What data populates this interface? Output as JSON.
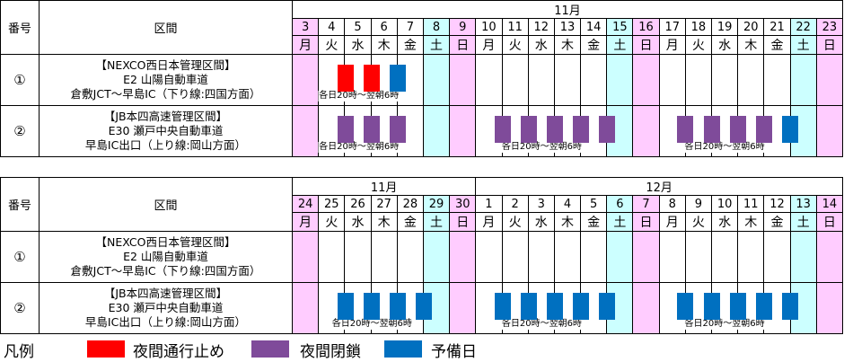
{
  "colors": {
    "night_closure_red": "#ff0000",
    "night_closure_purple": "#7f4b9a",
    "reserve_blue": "#0070c0",
    "holiday_pink": "#ffccff",
    "saturday_cyan": "#ccffff"
  },
  "headers": {
    "number": "番号",
    "section": "区間"
  },
  "routes": [
    {
      "no": "①",
      "line1": "【NEXCO西日本管理区間】",
      "line2": "E2 山陽自動車道",
      "line3": "倉敷JCT～早島IC（下り線:四国方面）"
    },
    {
      "no": "②",
      "line1": "【JB本四高速管理区間】",
      "line2": "E30 瀬戸中央自動車道",
      "line3": "早島IC出口（上り線:岡山方面）"
    }
  ],
  "note_text": "各日20時～翌朝6時",
  "tables": [
    {
      "months": [
        {
          "label": "11月",
          "span": 21
        }
      ],
      "days": [
        {
          "d": "3",
          "w": "月",
          "type": "hol"
        },
        {
          "d": "4",
          "w": "火",
          "type": ""
        },
        {
          "d": "5",
          "w": "水",
          "type": ""
        },
        {
          "d": "6",
          "w": "木",
          "type": ""
        },
        {
          "d": "7",
          "w": "金",
          "type": ""
        },
        {
          "d": "8",
          "w": "土",
          "type": "sat"
        },
        {
          "d": "9",
          "w": "日",
          "type": "hol"
        },
        {
          "d": "10",
          "w": "月",
          "type": ""
        },
        {
          "d": "11",
          "w": "火",
          "type": ""
        },
        {
          "d": "12",
          "w": "水",
          "type": ""
        },
        {
          "d": "13",
          "w": "木",
          "type": ""
        },
        {
          "d": "14",
          "w": "金",
          "type": ""
        },
        {
          "d": "15",
          "w": "土",
          "type": "sat"
        },
        {
          "d": "16",
          "w": "日",
          "type": "hol"
        },
        {
          "d": "17",
          "w": "月",
          "type": ""
        },
        {
          "d": "18",
          "w": "火",
          "type": ""
        },
        {
          "d": "19",
          "w": "水",
          "type": ""
        },
        {
          "d": "20",
          "w": "木",
          "type": ""
        },
        {
          "d": "21",
          "w": "金",
          "type": ""
        },
        {
          "d": "22",
          "w": "土",
          "type": "sat"
        },
        {
          "d": "23",
          "w": "日",
          "type": "hol"
        }
      ],
      "rows": [
        {
          "bars": [
            {
              "boundary": 2,
              "color": "red"
            },
            {
              "boundary": 3,
              "color": "red"
            },
            {
              "boundary": 4,
              "color": "blue"
            }
          ],
          "notes": [
            {
              "from": 1,
              "to": 4
            }
          ]
        },
        {
          "bars": [
            {
              "boundary": 2,
              "color": "purple"
            },
            {
              "boundary": 3,
              "color": "purple"
            },
            {
              "boundary": 4,
              "color": "purple"
            },
            {
              "boundary": 8,
              "color": "purple"
            },
            {
              "boundary": 9,
              "color": "purple"
            },
            {
              "boundary": 10,
              "color": "purple"
            },
            {
              "boundary": 11,
              "color": "purple"
            },
            {
              "boundary": 12,
              "color": "purple"
            },
            {
              "boundary": 15,
              "color": "purple"
            },
            {
              "boundary": 16,
              "color": "purple"
            },
            {
              "boundary": 17,
              "color": "purple"
            },
            {
              "boundary": 18,
              "color": "purple"
            },
            {
              "boundary": 19,
              "color": "blue"
            }
          ],
          "notes": [
            {
              "from": 1,
              "to": 4
            },
            {
              "from": 7,
              "to": 12
            },
            {
              "from": 14,
              "to": 19
            }
          ]
        }
      ]
    },
    {
      "months": [
        {
          "label": "11月",
          "span": 7
        },
        {
          "label": "12月",
          "span": 14
        }
      ],
      "days": [
        {
          "d": "24",
          "w": "月",
          "type": "hol"
        },
        {
          "d": "25",
          "w": "火",
          "type": ""
        },
        {
          "d": "26",
          "w": "水",
          "type": ""
        },
        {
          "d": "27",
          "w": "木",
          "type": ""
        },
        {
          "d": "28",
          "w": "金",
          "type": ""
        },
        {
          "d": "29",
          "w": "土",
          "type": "sat"
        },
        {
          "d": "30",
          "w": "日",
          "type": "hol"
        },
        {
          "d": "1",
          "w": "月",
          "type": ""
        },
        {
          "d": "2",
          "w": "火",
          "type": ""
        },
        {
          "d": "3",
          "w": "水",
          "type": ""
        },
        {
          "d": "4",
          "w": "木",
          "type": ""
        },
        {
          "d": "5",
          "w": "金",
          "type": ""
        },
        {
          "d": "6",
          "w": "土",
          "type": "sat"
        },
        {
          "d": "7",
          "w": "日",
          "type": "hol"
        },
        {
          "d": "8",
          "w": "月",
          "type": ""
        },
        {
          "d": "9",
          "w": "火",
          "type": ""
        },
        {
          "d": "10",
          "w": "水",
          "type": ""
        },
        {
          "d": "11",
          "w": "木",
          "type": ""
        },
        {
          "d": "12",
          "w": "金",
          "type": ""
        },
        {
          "d": "13",
          "w": "土",
          "type": "sat"
        },
        {
          "d": "14",
          "w": "日",
          "type": "hol"
        }
      ],
      "rows": [
        {
          "bars": [],
          "notes": []
        },
        {
          "bars": [
            {
              "boundary": 2,
              "color": "blue"
            },
            {
              "boundary": 3,
              "color": "blue"
            },
            {
              "boundary": 4,
              "color": "blue"
            },
            {
              "boundary": 5,
              "color": "blue"
            },
            {
              "boundary": 8,
              "color": "blue"
            },
            {
              "boundary": 9,
              "color": "blue"
            },
            {
              "boundary": 10,
              "color": "blue"
            },
            {
              "boundary": 11,
              "color": "blue"
            },
            {
              "boundary": 12,
              "color": "blue"
            },
            {
              "boundary": 15,
              "color": "blue"
            },
            {
              "boundary": 16,
              "color": "blue"
            },
            {
              "boundary": 17,
              "color": "blue"
            },
            {
              "boundary": 18,
              "color": "blue"
            },
            {
              "boundary": 19,
              "color": "blue"
            }
          ],
          "notes": [
            {
              "from": 1,
              "to": 5
            },
            {
              "from": 7,
              "to": 12
            },
            {
              "from": 14,
              "to": 19
            }
          ]
        }
      ]
    }
  ],
  "legend": {
    "title": "凡例",
    "items": [
      {
        "color": "red",
        "label": "夜間通行止め"
      },
      {
        "color": "purple",
        "label": "夜間閉鎖"
      },
      {
        "color": "blue",
        "label": "予備日"
      }
    ]
  }
}
